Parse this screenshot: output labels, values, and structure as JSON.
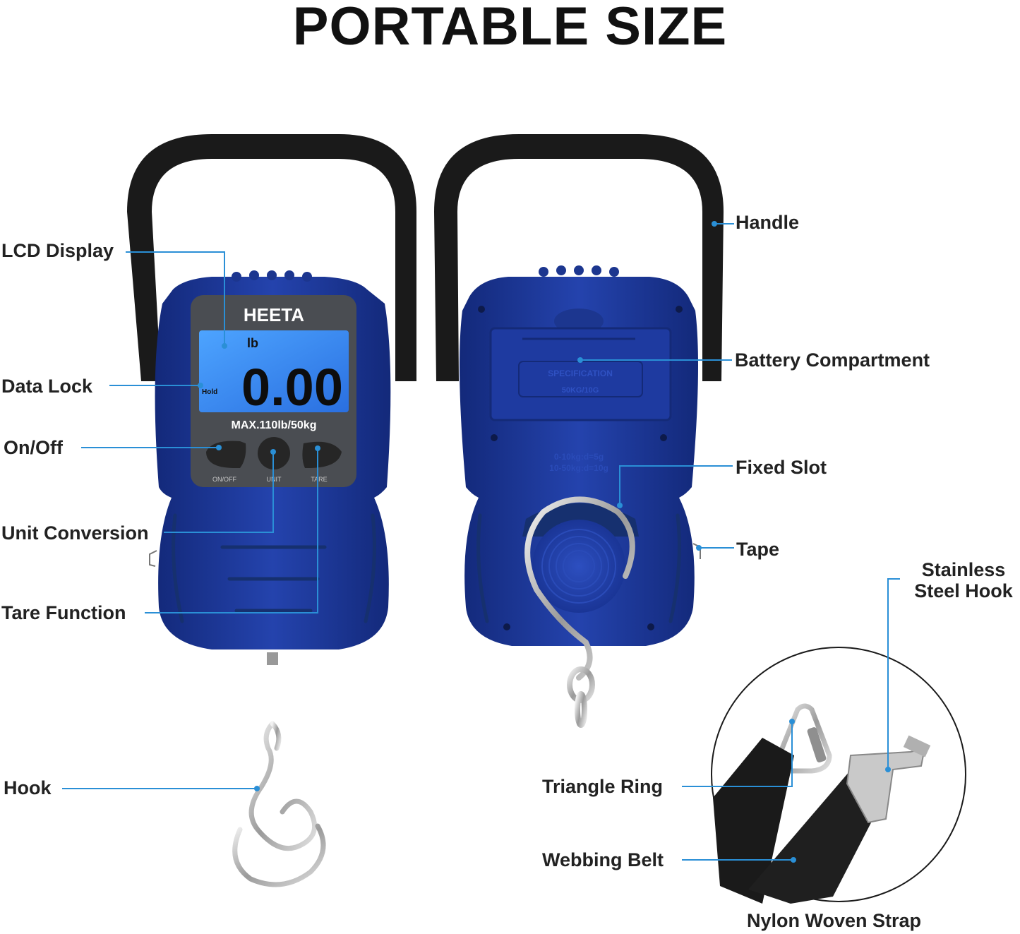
{
  "title": "PORTABLE SIZE",
  "device": {
    "brand": "HEETA",
    "unit": "lb",
    "hold": "Hold",
    "reading": "0.00",
    "max_capacity": "MAX.110lb/50kg",
    "buttons": [
      "ON/OFF",
      "UNIT",
      "TARE"
    ],
    "back_spec": "SPECIFICATION",
    "back_spec_sub": "50KG/10G",
    "back_rating_1": "0-10kg:d=5g",
    "back_rating_2": "10-50kg:d=10g"
  },
  "labels": {
    "lcd_display": "LCD Display",
    "data_lock": "Data Lock",
    "on_off": "On/Off",
    "unit_conversion": "Unit Conversion",
    "tare_function": "Tare Function",
    "hook": "Hook",
    "handle": "Handle",
    "battery_compartment": "Battery Compartment",
    "fixed_slot": "Fixed Slot",
    "tape": "Tape",
    "stainless_steel_hook": "Stainless\nSteel Hook",
    "triangle_ring": "Triangle Ring",
    "webbing_belt": "Webbing Belt",
    "nylon_woven_strap": "Nylon Woven Strap"
  },
  "colors": {
    "body_blue": "#1f3c9e",
    "body_blue_dark": "#142a78",
    "lcd_blue": "#3a8cf0",
    "callout_line": "#2a8fd6",
    "handle_black": "#1a1a1a",
    "panel_gray": "#4a4d52"
  }
}
